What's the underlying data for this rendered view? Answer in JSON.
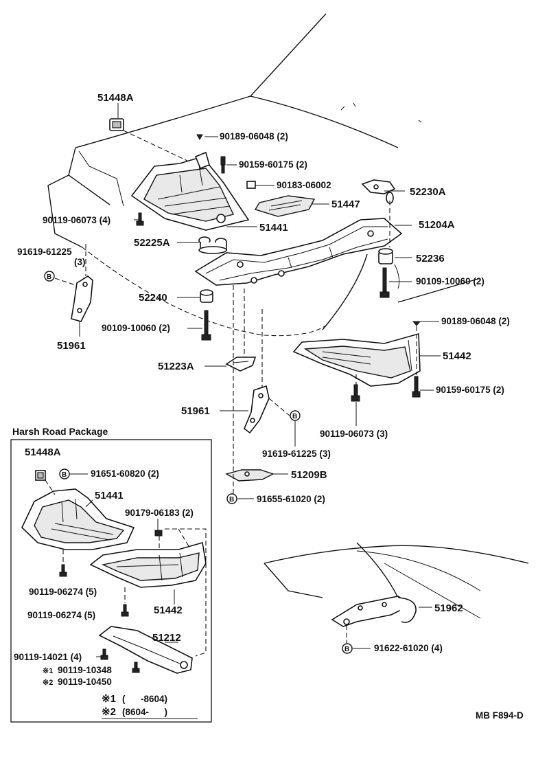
{
  "labels": {
    "p51448A_top": "51448A",
    "p90189_06048_top": "90189-06048 (2)",
    "p90159_60175_top": "90159-60175 (2)",
    "p90183_06002": "90183-06002",
    "p52230A": "52230A",
    "p51447": "51447",
    "p90119_06073_left": "90119-06073 (4)",
    "p51441_top": "51441",
    "p51204A": "51204A",
    "p52225A": "52225A",
    "p91619_61225_left": "91619-61225",
    "p91619_left_qty": "(3)",
    "p52236": "52236",
    "p90109_10060_right": "90109-10060 (2)",
    "p52240": "52240",
    "p90109_10060_left": "90109-10060 (2)",
    "p90189_06048_right": "90189-06048 (2)",
    "p51961_left": "51961",
    "p51442_right": "51442",
    "p51223A": "51223A",
    "p90159_60175_right": "90159-60175 (2)",
    "p51961_mid": "51961",
    "p90119_06073_right": "90119-06073 (3)",
    "p91619_61225_mid": "91619-61225 (3)",
    "p51209B": "51209B",
    "p91655_61020": "91655-61020 (2)",
    "p51962": "51962",
    "p91622_61020": "91622-61020 (4)",
    "drawing_code": "MB F894-D"
  },
  "inset": {
    "title": "Harsh Road Package",
    "p51448A": "51448A",
    "p91651_60820": "91651-60820 (2)",
    "p51441": "51441",
    "p90179_06183": "90179-06183 (2)",
    "p90119_06274_a": "90119-06274 (5)",
    "p90119_06274_b": "90119-06274 (5)",
    "p51442": "51442",
    "p51212": "51212",
    "p90119_14021": "90119-14021 (4)",
    "p90119_10348": "90119-10348",
    "p90119_10450": "90119-10450",
    "mark1_prefix": "※1",
    "mark2_prefix": "※2",
    "note1_mark": "※1",
    "note1_text": "(      -8604)",
    "note2_mark": "※2",
    "note2_text": "(8604-      )"
  },
  "symbols": {
    "bolt_marker": "B"
  }
}
